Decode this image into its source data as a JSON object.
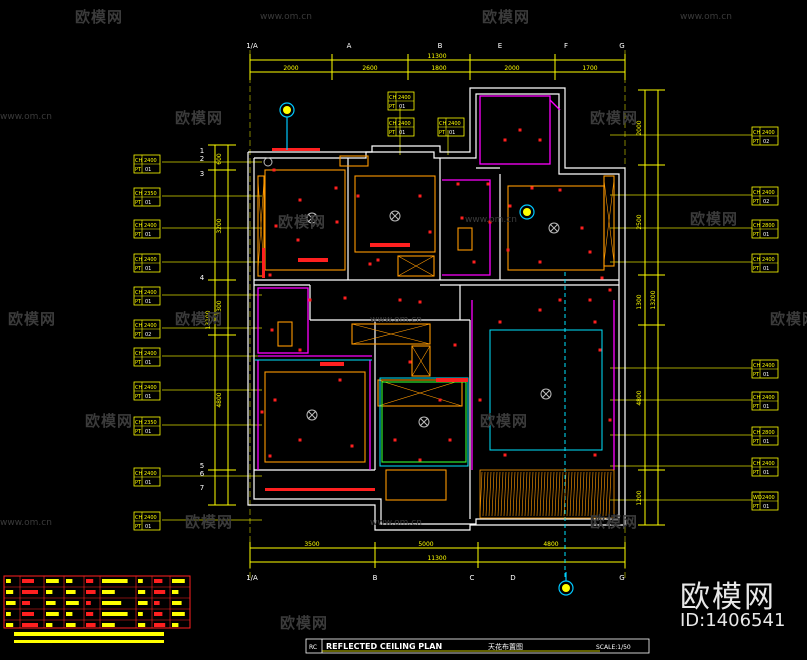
{
  "watermark": {
    "brand": "欧模网",
    "url": "www.om.cn"
  },
  "brand_mark": {
    "name": "欧模网",
    "id_text": "ID:1406541"
  },
  "title_bar": {
    "tag": "RC",
    "title_en": "REFLECTED CEILING PLAN",
    "title_cn": "天花布置图",
    "scale": "SCALE:1/50"
  },
  "grid_axes": {
    "top": [
      "1/A",
      "A",
      "B",
      "E",
      "F",
      "G"
    ],
    "bottom": [
      "1/A",
      "B",
      "C",
      "D",
      "G"
    ],
    "left": [
      "1",
      "2",
      "3",
      "4",
      "5",
      "6",
      "7"
    ]
  },
  "dimensions": {
    "top_segments": [
      "2000",
      "2600",
      "1800",
      "2000",
      "1700"
    ],
    "top_total": "11300",
    "bottom_segments": [
      "3500",
      "5000",
      "4800"
    ],
    "bottom_total": "11300",
    "left_segments": [
      "600",
      "3200",
      "1300",
      "4800"
    ],
    "left_total": "13100",
    "right_segments": [
      "2000",
      "2500",
      "1300",
      "4800",
      "1200"
    ],
    "right_total": "13200"
  },
  "ceiling_tags": {
    "left": [
      {
        "ch": "CH",
        "ch_val": "2400",
        "pt": "PT",
        "pt_val": "01"
      },
      {
        "ch": "CH",
        "ch_val": "2350",
        "pt": "PT",
        "pt_val": "01"
      },
      {
        "ch": "CH",
        "ch_val": "2400",
        "pt": "PT",
        "pt_val": "01"
      },
      {
        "ch": "CH",
        "ch_val": "2400",
        "pt": "PT",
        "pt_val": "01"
      },
      {
        "ch": "CH",
        "ch_val": "2400",
        "pt": "PT",
        "pt_val": "01"
      },
      {
        "ch": "CH",
        "ch_val": "2400",
        "pt": "PT",
        "pt_val": "02"
      },
      {
        "ch": "CH",
        "ch_val": "2400",
        "pt": "PT",
        "pt_val": "01"
      },
      {
        "ch": "CH",
        "ch_val": "2400",
        "pt": "PT",
        "pt_val": "01"
      },
      {
        "ch": "CH",
        "ch_val": "2350",
        "pt": "PT",
        "pt_val": "01"
      },
      {
        "ch": "CH",
        "ch_val": "2400",
        "pt": "PT",
        "pt_val": "01"
      },
      {
        "ch": "CH",
        "ch_val": "2400",
        "pt": "PT",
        "pt_val": "01"
      }
    ],
    "right": [
      {
        "ch": "CH",
        "ch_val": "2400",
        "pt": "PT",
        "pt_val": "02"
      },
      {
        "ch": "CH",
        "ch_val": "2400",
        "pt": "PT",
        "pt_val": "02"
      },
      {
        "ch": "CH",
        "ch_val": "2800",
        "pt": "PT",
        "pt_val": "01"
      },
      {
        "ch": "CH",
        "ch_val": "2400",
        "pt": "PT",
        "pt_val": "01"
      },
      {
        "ch": "CH",
        "ch_val": "2400",
        "pt": "PT",
        "pt_val": "01"
      },
      {
        "ch": "CH",
        "ch_val": "2400",
        "pt": "PT",
        "pt_val": "01"
      },
      {
        "ch": "CH",
        "ch_val": "2800",
        "pt": "PT",
        "pt_val": "01"
      },
      {
        "ch": "CH",
        "ch_val": "2400",
        "pt": "PT",
        "pt_val": "01"
      },
      {
        "ch": "WD",
        "ch_val": "2400",
        "pt": "PT",
        "pt_val": "01"
      }
    ],
    "top": [
      {
        "ch": "CH",
        "ch_val": "2400",
        "pt": "PT",
        "pt_val": "01"
      },
      {
        "ch": "CH",
        "ch_val": "2400",
        "pt": "PT",
        "pt_val": "01"
      },
      {
        "ch": "CH",
        "ch_val": "2400",
        "pt": "PT",
        "pt_val": "01"
      }
    ]
  },
  "colors": {
    "background": "#000000",
    "wall": "#ffffff",
    "dimension": "#ffff00",
    "partition": "#ff00ff",
    "cabinet": "#ff9900",
    "fixture": "#ff2020",
    "axis_circle": "#00c8ff",
    "tag_fill": "#ffff00",
    "watermark": "#3b3b3b"
  }
}
